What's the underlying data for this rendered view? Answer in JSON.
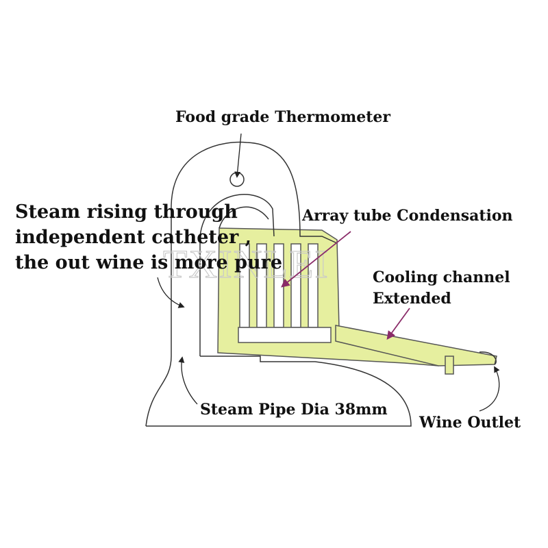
{
  "labels": {
    "thermometer": "Food grade Thermometer",
    "steam_line1": "Steam rising through",
    "steam_line2": "independent catheter ,",
    "steam_line3": "the out wine is more pure",
    "array_tube": "Array tube Condensation",
    "cooling_line1": "Cooling channel",
    "cooling_line2": "Extended",
    "steam_pipe": "Steam Pipe Dia 38mm",
    "wine_outlet": "Wine Outlet"
  },
  "watermark": "TXINLEI",
  "colors": {
    "condenser_fill": "#e6ef9f",
    "outline": "#333333",
    "arrow_accent": "#8a2b68",
    "text": "#111111"
  }
}
